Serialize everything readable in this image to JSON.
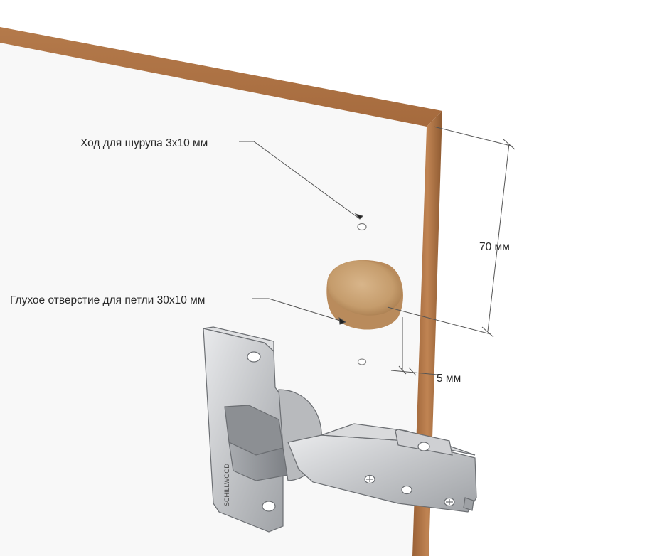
{
  "annotations": {
    "screw_hole": "Ход для шурупа 3x10 мм",
    "blind_hole": "Глухое отверстие для петли 30x10 мм",
    "dim_vertical": "70 мм",
    "dim_edge": "5 мм"
  },
  "hinge": {
    "brand_mark": "SCHILLWOOD"
  },
  "colors": {
    "panel_face": "#f7f7f7",
    "panel_edge": "#b27748",
    "cup_hole": "#c9a47a",
    "hinge_metal": "#c8c9cc",
    "leader_line": "#555555"
  },
  "icons": [
    "screw-hole-icon",
    "cup-hole-icon",
    "hinge-icon"
  ]
}
